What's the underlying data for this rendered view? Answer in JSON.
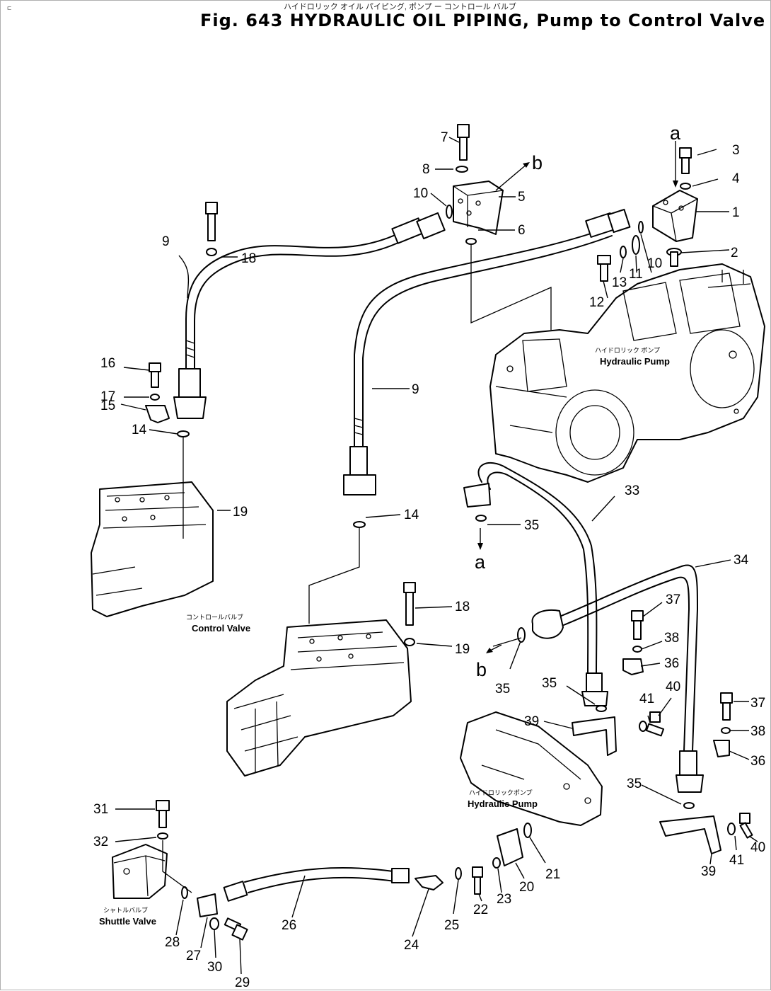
{
  "header": {
    "japanese_heading": "ハイドロリック オイル パイピング, ポンプ ー コントロール バルブ",
    "title": "Fig. 643   HYDRAULIC OIL PIPING, Pump to Control Valve"
  },
  "component_labels": {
    "hydraulic_pump_main_jp": "ハイドロリック ポンプ",
    "hydraulic_pump_main": "Hydraulic Pump",
    "control_valve_jp": "コントロールバルブ",
    "control_valve": "Control Valve",
    "hydraulic_pump_lower_jp": "ハイドロリックポンプ",
    "hydraulic_pump_lower": "Hydraulic Pump",
    "shuttle_valve_jp": "シャトルバルブ",
    "shuttle_valve": "Shuttle Valve"
  },
  "connection_markers": {
    "a": "a",
    "b": "b"
  },
  "callouts": [
    "1",
    "2",
    "3",
    "4",
    "5",
    "6",
    "7",
    "8",
    "9",
    "10",
    "11",
    "12",
    "13",
    "14",
    "15",
    "16",
    "17",
    "18",
    "19",
    "20",
    "21",
    "22",
    "23",
    "24",
    "25",
    "26",
    "27",
    "28",
    "29",
    "30",
    "31",
    "32",
    "33",
    "34",
    "35",
    "36",
    "37",
    "38",
    "39",
    "40",
    "41"
  ]
}
